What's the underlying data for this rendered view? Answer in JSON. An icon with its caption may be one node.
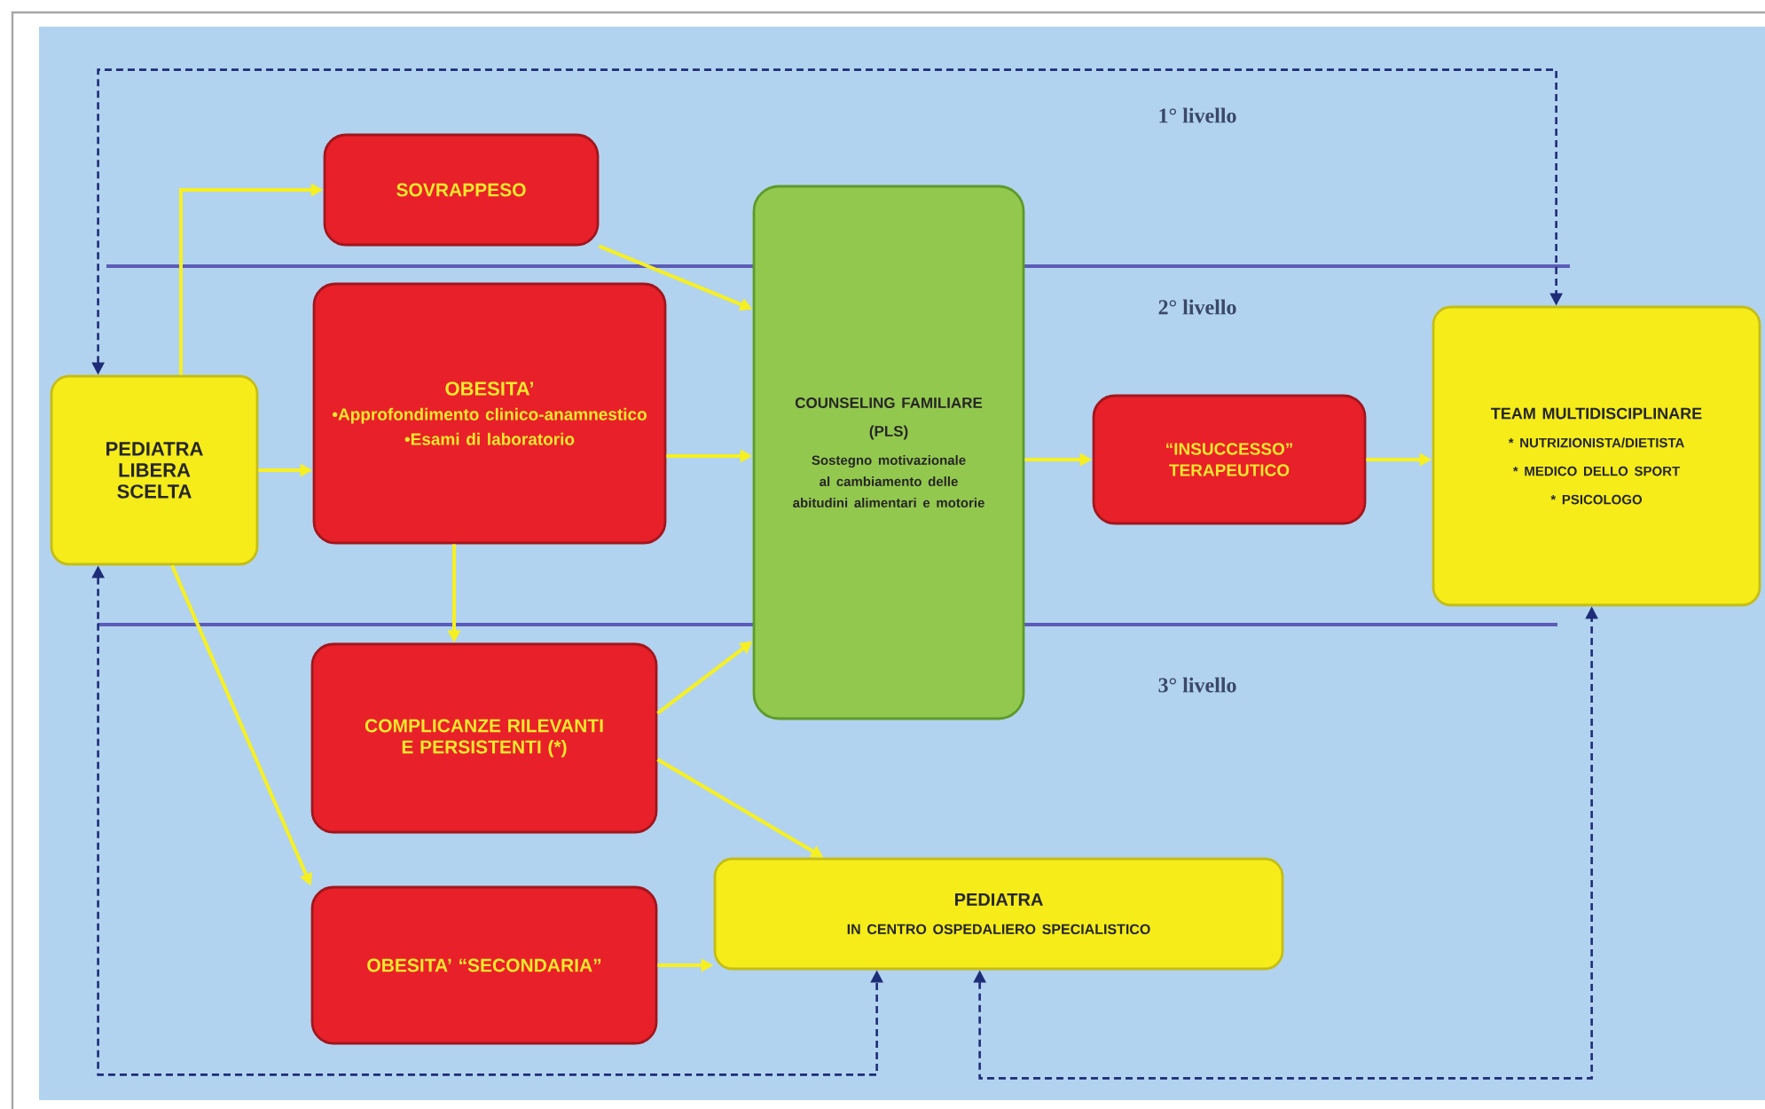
{
  "diagram": {
    "nodes": [
      {
        "text": [
          "PEDIATRA LIBERA SCELTA"
        ]
      },
      {
        "text": [
          "SOVRAPPESO"
        ]
      },
      {
        "text": [
          "OBESITA’",
          "•Approfondimento clinico-anamnestico",
          "•Esami di laboratorio"
        ]
      },
      {
        "text": [
          "COUNSELING FAMILIARE",
          "(PLS)",
          "Sostegno motivazionale al cambiamento delle abitudini alimentari e motorie"
        ]
      },
      {
        "text": [
          "“INSUCCESSO” TERAPEUTICO"
        ]
      },
      {
        "text": [
          "TEAM MULTIDISCIPLINARE",
          "* NUTRIZIONISTA/DIETISTA",
          "* MEDICO DELLO SPORT",
          "*  PSICOLOGO"
        ]
      },
      {
        "text": [
          "COMPLICANZE RILEVANTI E PERSISTENTI (*)"
        ]
      },
      {
        "text": [
          "OBESITA’ “SECONDARIA”"
        ]
      },
      {
        "text": [
          "PEDIATRA",
          "IN CENTRO OSPEDALIERO SPECIALISTICO"
        ]
      }
    ],
    "edges": [
      {
        "from": 0,
        "to": 1,
        "arrow": "to"
      },
      {
        "from": 0,
        "to": 2,
        "arrow": "to"
      },
      {
        "from": 0,
        "to": 7,
        "arrow": "to"
      },
      {
        "from": 1,
        "to": 3,
        "arrow": "to"
      },
      {
        "from": 2,
        "to": 3,
        "arrow": "to"
      },
      {
        "from": 2,
        "to": 6,
        "arrow": "to"
      },
      {
        "from": 3,
        "to": 4,
        "arrow": "to"
      },
      {
        "from": 4,
        "to": 5,
        "arrow": "to"
      },
      {
        "from": 6,
        "to": 3,
        "arrow": "to"
      },
      {
        "from": 6,
        "to": 8,
        "arrow": "to"
      },
      {
        "from": 7,
        "to": 8,
        "arrow": "to"
      },
      {
        "from": 0,
        "to": 5,
        "arrow": "both",
        "style": "dashed",
        "color": "#1e2d78"
      },
      {
        "from": 0,
        "to": 8,
        "arrow": "both",
        "style": "dashed",
        "color": "#1e2d78"
      },
      {
        "from": 8,
        "to": 5,
        "arrow": "both",
        "style": "dashed",
        "color": "#1e2d78"
      }
    ],
    "labels": [
      "1° livello",
      "2° livello",
      "3° livello"
    ]
  }
}
